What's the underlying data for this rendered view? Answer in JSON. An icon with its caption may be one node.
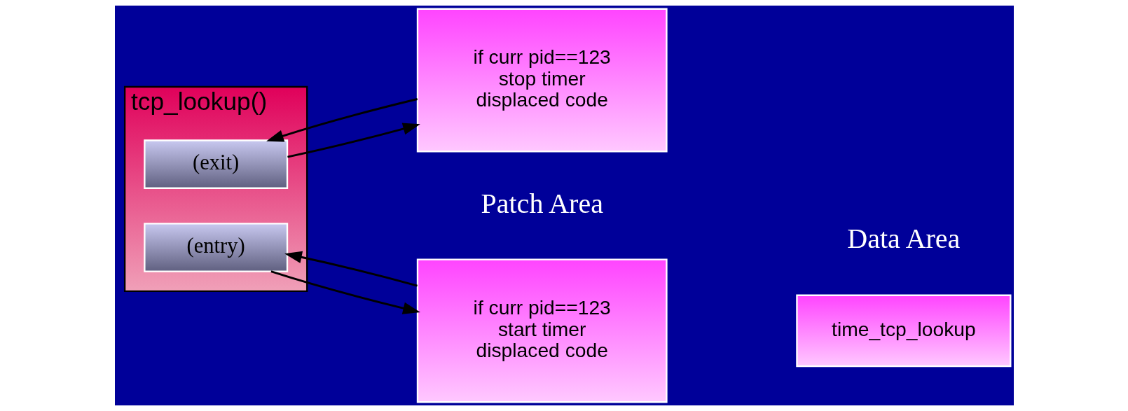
{
  "diagram": {
    "nodes": [
      {
        "text": [
          "tcp_lookup()"
        ]
      },
      {
        "text": [
          "(entry)"
        ],
        "in": 0
      },
      {
        "text": [
          "(exit)"
        ],
        "in": 0
      },
      {
        "text": [
          "if curr pid==123",
          "start timer",
          "displaced code"
        ]
      },
      {
        "text": [
          "if curr pid==123",
          "stop timer",
          "displaced code"
        ]
      },
      {
        "text": [
          "time_tcp_lookup"
        ]
      }
    ],
    "edges": [
      {
        "from": 1,
        "to": 3,
        "arrow": "to"
      },
      {
        "from": 3,
        "to": 1,
        "arrow": "to"
      },
      {
        "from": 2,
        "to": 4,
        "arrow": "to"
      },
      {
        "from": 4,
        "to": 2,
        "arrow": "to"
      }
    ],
    "labels": [
      "Patch Area",
      "Data Area"
    ]
  }
}
